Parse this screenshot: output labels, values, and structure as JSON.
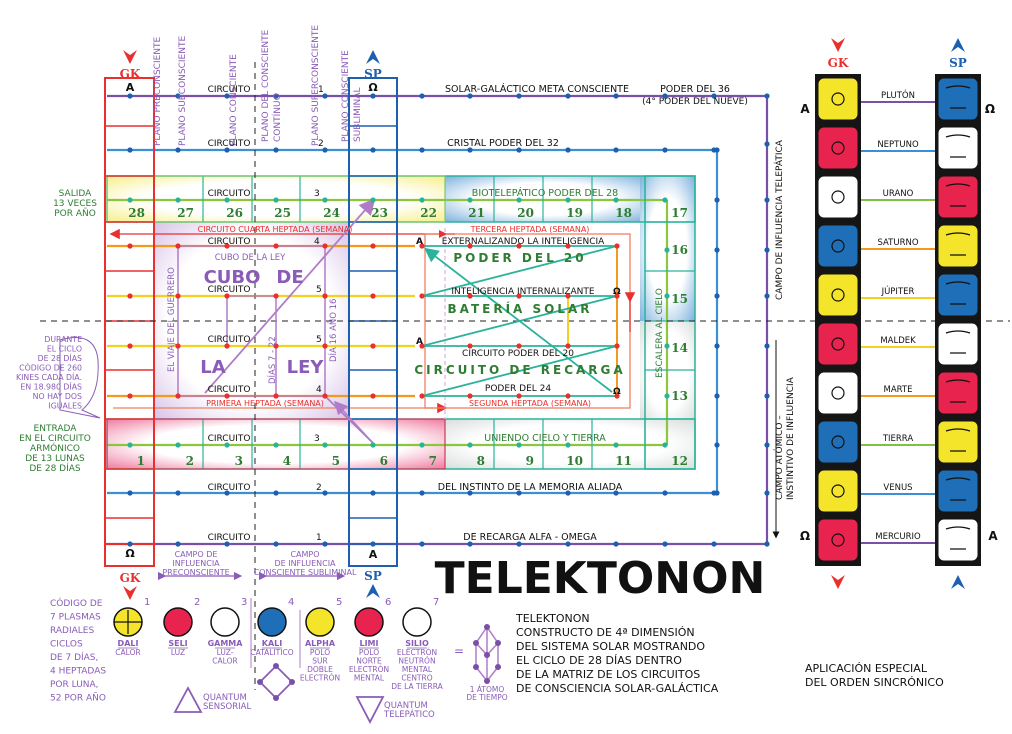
{
  "title": "TELEKTONON",
  "markers": {
    "gk": "GK",
    "sp": "SP",
    "alpha": "A",
    "omega": "Ω"
  },
  "planes": [
    "PLANO PRECONSCIENTE",
    "PLANO SUBCONSCIENTE",
    "PLANO CONSCIENTE",
    "PLANO DEL CONSCIENTE CONTÍNUO",
    "PLANO SUPERCONSCIENTE",
    "PLANO CONSCIENTE SUBLIMINAL"
  ],
  "circuits": [
    {
      "label": "CIRCUITO",
      "number": "1",
      "name": "SOLAR-GALÁCTICO META CONSCIENTE",
      "power": "PODER DEL 36",
      "power_note": "(4° PODER DEL NUEVE)"
    },
    {
      "label": "CIRCUITO",
      "number": "2",
      "name": "CRISTAL PODER DEL 32"
    },
    {
      "label": "CIRCUITO",
      "number": "3",
      "name": "BIOTELEPÁTICO PODER DEL 28"
    },
    {
      "label": "CIRCUITO",
      "number": "4",
      "name": "EXTERNALIZANDO LA INTELIGENCIA"
    },
    {
      "label": "CIRCUITO",
      "number": "5",
      "name": "INTELIGENCIA INTERNALIZANTE"
    },
    {
      "label": "CIRCUITO",
      "number": "5",
      "name": "CIRCUITO PODER DEL 20"
    },
    {
      "label": "CIRCUITO",
      "number": "4",
      "name": "PODER DEL 24"
    },
    {
      "label": "CIRCUITO",
      "number": "3",
      "name": "UNIENDO CIELO Y TIERRA"
    },
    {
      "label": "CIRCUITO",
      "number": "2",
      "name": "DEL INSTINTO DE LA MEMORIA ALIADA"
    },
    {
      "label": "CIRCUITO",
      "number": "1",
      "name": "DE RECARGA ALFA - OMEGA"
    }
  ],
  "days_top": [
    "28",
    "27",
    "26",
    "25",
    "24",
    "23",
    "22",
    "21",
    "20",
    "19",
    "18",
    "17"
  ],
  "days_right": [
    "16",
    "15",
    "14",
    "13"
  ],
  "days_bottom": [
    "1",
    "2",
    "3",
    "4",
    "5",
    "6",
    "7",
    "8",
    "9",
    "10",
    "11",
    "12"
  ],
  "heptadas": {
    "first": "PRIMERA HEPTADA (SEMANA)",
    "second": "SEGUNDA  HEPTADA  (SEMANA)",
    "third": "TERCERA HEPTADA (SEMANA)",
    "fourth": "CIRCUITO CUARTA HEPTADA (SEMANA)"
  },
  "cube": {
    "small": "CUBO DE LA LEY",
    "w1": "CUBO",
    "w2": "DE",
    "w3": "LA",
    "w4": "LEY",
    "warrior": "EL VIAJE DEL GUERRERO",
    "days722": "DÍAS 7 - 22",
    "day16": "DÍA 16 AÑO 16"
  },
  "battery": {
    "poder20": "PODER DEL 20",
    "bateria": "BATERÍA SOLAR",
    "recarga": "CIRCUITO DE RECARGA"
  },
  "escalera": "ESCALERA AL CIELO",
  "fields": {
    "telepatica": "CAMPO DE INFLUENCIA TELEPÁTICA",
    "atomico_1": "CAMPO ATÓMICO –",
    "atomico_2": "INSTINTIVO DE INFLUENCIA",
    "preconsciente": [
      "CAMPO DE",
      "INFLUENCIA",
      "PRECONSCIENTE"
    ],
    "subliminal": [
      "CAMPO",
      "DE INFLUENCIA",
      "CONSCIENTE SUBLIMINAL"
    ]
  },
  "side_notes": {
    "salida": [
      "SALIDA",
      "13 VECES",
      "POR AÑO"
    ],
    "durante": [
      "DURANTE",
      "EL CICLO",
      "DE 28 DÍAS",
      "CÓDIGO DE 260",
      "KINES CADA DÍA.",
      "EN 18.980 DÍAS",
      "NO HAY DOS",
      "IGUALES"
    ],
    "entrada": [
      "ENTRADA",
      "EN EL CIRCUITO",
      "ARMÓNICO",
      "DE 13 LUNAS",
      "DE 28 DÍAS"
    ]
  },
  "planets": [
    {
      "name": "PLUTÓN",
      "color": "#7a4fa8",
      "gk_color": "#f5e52a",
      "sp_color": "#1f6fb8"
    },
    {
      "name": "NEPTUNO",
      "color": "#3a8fd6",
      "gk_color": "#e8234e",
      "sp_color": "#ffffff"
    },
    {
      "name": "URANO",
      "color": "#7dc242",
      "gk_color": "#ffffff",
      "sp_color": "#e8234e"
    },
    {
      "name": "SATURNO",
      "color": "#f39a1e",
      "gk_color": "#1f6fb8",
      "sp_color": "#f5e52a"
    },
    {
      "name": "JÚPITER",
      "color": "#f5d020",
      "gk_color": "#f5e52a",
      "sp_color": "#1f6fb8"
    },
    {
      "name": "MALDEK",
      "color": "#f5d020",
      "gk_color": "#e8234e",
      "sp_color": "#ffffff"
    },
    {
      "name": "MARTE",
      "color": "#f39a1e",
      "gk_color": "#ffffff",
      "sp_color": "#e8234e"
    },
    {
      "name": "TIERRA",
      "color": "#7dc242",
      "gk_color": "#1f6fb8",
      "sp_color": "#f5e52a"
    },
    {
      "name": "VENUS",
      "color": "#3a8fd6",
      "gk_color": "#f5e52a",
      "sp_color": "#1f6fb8"
    },
    {
      "name": "MERCURIO",
      "color": "#7a4fa8",
      "gk_color": "#e8234e",
      "sp_color": "#ffffff"
    }
  ],
  "plasmas": {
    "intro": [
      "CÓDIGO DE",
      "7 PLASMAS",
      "RADIALES",
      "CICLOS",
      "DE 7 DÍAS,",
      "4 HEPTADAS",
      "POR LUNA,",
      "52 POR AÑO"
    ],
    "items": [
      {
        "n": "1",
        "name": "DALI",
        "desc": [
          "CALOR"
        ],
        "color": "#f5e52a"
      },
      {
        "n": "2",
        "name": "SELI",
        "desc": [
          "LUZ"
        ],
        "color": "#e8234e"
      },
      {
        "n": "3",
        "name": "GAMMA",
        "desc": [
          "LUZ-",
          "CALOR"
        ],
        "color": "#ffffff"
      },
      {
        "n": "4",
        "name": "KALI",
        "desc": [
          "CATALÍTICO"
        ],
        "color": "#1f6fb8"
      },
      {
        "n": "5",
        "name": "ALPHA",
        "desc": [
          "POLO",
          "SUR",
          "DOBLE",
          "ELECTRÓN"
        ],
        "color": "#f5e52a"
      },
      {
        "n": "6",
        "name": "LIMI",
        "desc": [
          "POLO",
          "NORTE",
          "ELECTRÓN",
          "MENTAL"
        ],
        "color": "#e8234e"
      },
      {
        "n": "7",
        "name": "SILIO",
        "desc": [
          "ELECTRÓN",
          "NEUTRÓN",
          "MENTAL",
          "CENTRO",
          "DE LA TIERRA"
        ],
        "color": "#ffffff"
      }
    ],
    "quantum_sensorial": [
      "QUANTUM",
      "SENSORIAL"
    ],
    "quantum_telepatico": [
      "QUANTUM",
      "TELEPÁTICO"
    ],
    "equals": "=",
    "atomo": [
      "1 ÁTOMO",
      "DE TIEMPO"
    ]
  },
  "description": [
    "TELEKTONON",
    "CONSTRUCTO DE 4ª DIMENSIÓN",
    "DEL SISTEMA SOLAR MOSTRANDO",
    "EL CICLO DE 28 DÍAS DENTRO",
    "DE LA MATRIZ DE LOS CIRCUITOS",
    "DE CONSCIENCIA SOLAR-GALÁCTICA"
  ],
  "application": [
    "APLICACIÓN ESPECIAL",
    "DEL ORDEN SINCRÓNICO"
  ],
  "colors": {
    "gk": "#e8302e",
    "sp": "#1f5fb0",
    "purple": "#7a4fa8",
    "text_purple": "#8a5cb8",
    "green_text": "#2e7d32",
    "teal": "#2bb39a",
    "lime": "#8cc63f",
    "orange": "#f39a1e",
    "yellow": "#f5d020",
    "lightblue": "#3a8fd6"
  }
}
